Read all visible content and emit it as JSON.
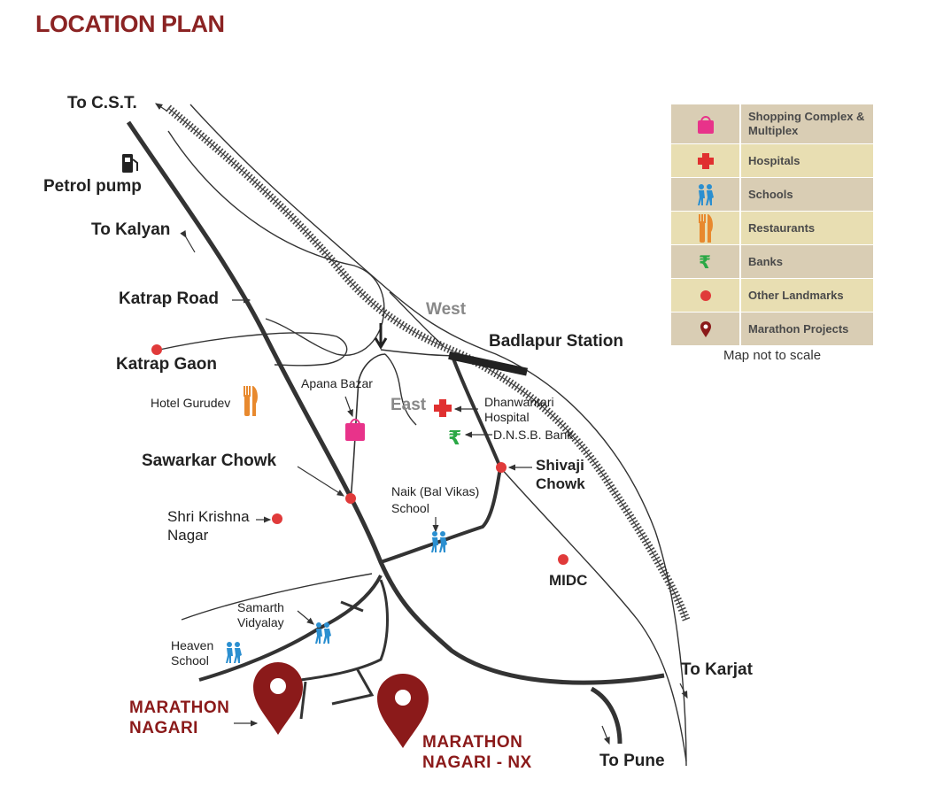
{
  "title": "LOCATION PLAN",
  "labels": {
    "to_cst": "To C.S.T.",
    "petrol_pump": "Petrol pump",
    "to_kalyan": "To Kalyan",
    "katrap_road": "Katrap Road",
    "katrap_gaon": "Katrap Gaon",
    "hotel_gurudev": "Hotel Gurudev",
    "apana_bazar": "Apana Bazar",
    "west": "West",
    "east": "East",
    "badlapur_station": "Badlapur Station",
    "dhanwantari_1": "Dhanwantari",
    "dhanwantari_2": "Hospital",
    "dnsb_bank": "D.N.S.B. Bank",
    "sawarkar_chowk": "Sawarkar Chowk",
    "shivaji_1": "Shivaji",
    "shivaji_2": "Chowk",
    "naik_1": "Naik (Bal Vikas)",
    "naik_2": "School",
    "shri_krishna_1": "Shri Krishna",
    "shri_krishna_2": "Nagar",
    "midc": "MIDC",
    "samarth_1": "Samarth",
    "samarth_2": "Vidyalay",
    "heaven_1": "Heaven",
    "heaven_2": "School",
    "to_karjat": "To Karjat",
    "to_pune": "To Pune"
  },
  "projects": [
    {
      "line1": "MARATHON",
      "line2": "NAGARI"
    },
    {
      "line1": "MARATHON",
      "line2": "NAGARI - NX"
    }
  ],
  "legend": [
    {
      "icon": "shopping-bag-icon",
      "label": "Shopping Complex & Multiplex",
      "color": "#e8338a"
    },
    {
      "icon": "hospital-cross-icon",
      "label": "Hospitals",
      "color": "#e03030"
    },
    {
      "icon": "school-children-icon",
      "label": "Schools",
      "color": "#2b8fd0"
    },
    {
      "icon": "fork-knife-icon",
      "label": "Restaurants",
      "color": "#e8892e"
    },
    {
      "icon": "rupee-icon",
      "label": "Banks",
      "color": "#2aa845"
    },
    {
      "icon": "landmark-dot-icon",
      "label": "Other Landmarks",
      "color": "#e03a3a"
    },
    {
      "icon": "map-pin-icon",
      "label": "Marathon Projects",
      "color": "#8b1a1a"
    }
  ],
  "scale_note": "Map not to scale",
  "colors": {
    "title": "#8b2323",
    "project": "#8b1a1a",
    "road": "#333333",
    "landmark": "#e03a3a"
  }
}
